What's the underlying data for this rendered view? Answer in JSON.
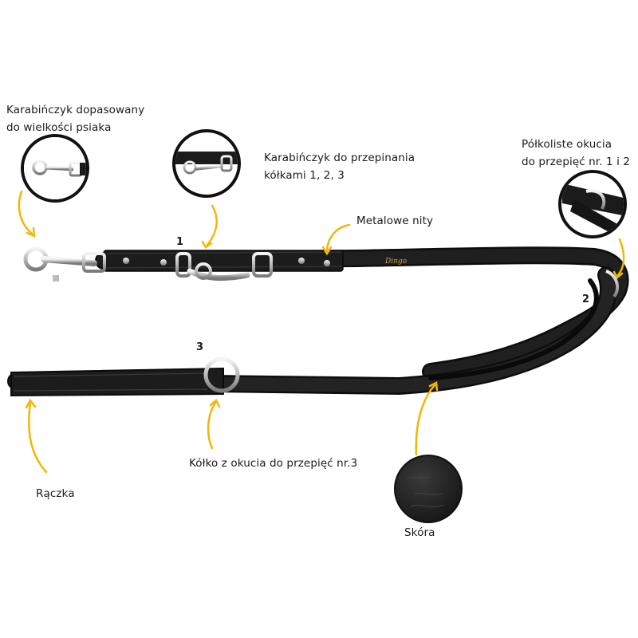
{
  "colors": {
    "leather": "#1b1b1b",
    "leather_edge": "#0a0a0a",
    "metal": "#c9c9c9",
    "arrow": "#f2b705",
    "text": "#1a1a1a"
  },
  "labels": {
    "snap_hook_sized": [
      "Karabińczyk dopasowany",
      "do wielkości psiaka"
    ],
    "snap_hook_rings": [
      "Karabińczyk do przepinania",
      "kółkami 1, 2, 3"
    ],
    "half_round_fittings": [
      "Półkoliste okucia",
      "do przepięć nr. 1 i 2"
    ],
    "metal_rivets": "Metalowe nity",
    "ring_fitting": "Kółko z okucia do przepięć nr.3",
    "handle": "Rączka",
    "leather": "Skóra"
  },
  "ring_numbers": {
    "one": "1",
    "two": "2",
    "three": "3"
  },
  "brand_mark": "Dingo",
  "icons": [
    "snap-hook-detail-icon",
    "snap-hook-rings-detail-icon",
    "half-round-fitting-detail-icon",
    "leather-swatch-icon",
    "arrow-icon"
  ]
}
